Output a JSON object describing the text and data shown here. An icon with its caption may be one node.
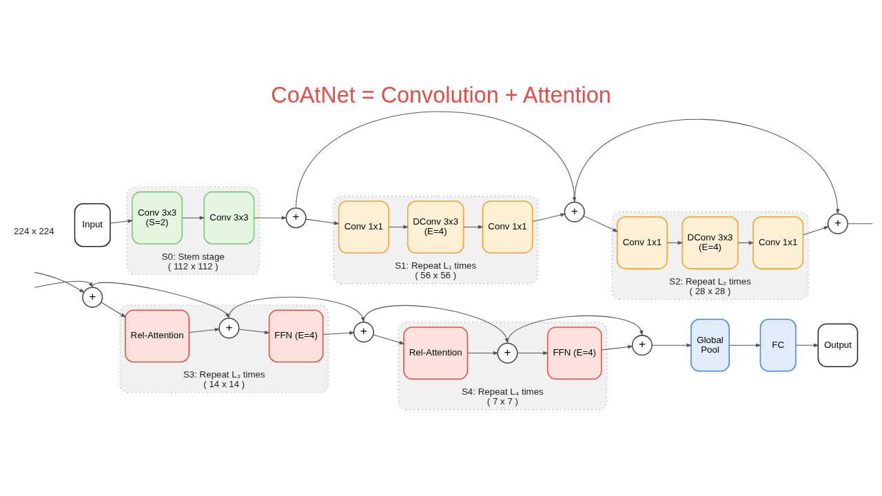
{
  "diagram": {
    "title": "CoAtNet = Convolution + Attention",
    "nodes": [
      {
        "text": [
          "Input"
        ],
        "beside": [
          "224 x 224"
        ]
      },
      {
        "text": [
          "S0: Stem stage",
          "( 112 x 112 )"
        ]
      },
      {
        "text": [
          "Conv 3x3 (S=2)"
        ],
        "in": 1
      },
      {
        "text": [
          "Conv 3x3"
        ],
        "in": 1
      },
      {
        "text": [
          "+"
        ]
      },
      {
        "text": [
          "S1: Repeat L₁ times",
          "( 56 x 56 )"
        ]
      },
      {
        "text": [
          "Conv 1x1"
        ],
        "in": 5
      },
      {
        "text": [
          "DConv 3x3 (E=4)"
        ],
        "in": 5
      },
      {
        "text": [
          "Conv 1x1"
        ],
        "in": 5
      },
      {
        "text": [
          "+"
        ]
      },
      {
        "text": [
          "S2: Repeat L₂ times",
          "( 28 x 28 )"
        ]
      },
      {
        "text": [
          "Conv 1x1"
        ],
        "in": 10
      },
      {
        "text": [
          "DConv 3x3 (E=4)"
        ],
        "in": 10
      },
      {
        "text": [
          "Conv 1x1"
        ],
        "in": 10
      },
      {
        "text": [
          "+"
        ]
      },
      {
        "text": [
          "+"
        ]
      },
      {
        "text": [
          "S3: Repeat L₃ times",
          "( 14 x 14 )"
        ]
      },
      {
        "text": [
          "Rel-Attention"
        ],
        "in": 16
      },
      {
        "text": [
          "+"
        ],
        "in": 16
      },
      {
        "text": [
          "FFN (E=4)"
        ],
        "in": 16
      },
      {
        "text": [
          "+"
        ]
      },
      {
        "text": [
          "S4: Repeat L₄ times",
          "( 7 x 7 )"
        ]
      },
      {
        "text": [
          "Rel-Attention"
        ],
        "in": 21
      },
      {
        "text": [
          "+"
        ],
        "in": 21
      },
      {
        "text": [
          "FFN (E=4)"
        ],
        "in": 21
      },
      {
        "text": [
          "+"
        ]
      },
      {
        "text": [
          "Global Pool"
        ]
      },
      {
        "text": [
          "FC"
        ]
      },
      {
        "text": [
          "Output"
        ]
      }
    ],
    "edges": [
      {
        "from": 0,
        "to": 2,
        "arrow": "to"
      },
      {
        "from": 2,
        "to": 3,
        "arrow": "to"
      },
      {
        "from": 3,
        "to": 4,
        "arrow": "to"
      },
      {
        "from": 4,
        "to": 6,
        "arrow": "to"
      },
      {
        "from": 6,
        "to": 7,
        "arrow": "to"
      },
      {
        "from": 7,
        "to": 8,
        "arrow": "to"
      },
      {
        "from": 8,
        "to": 9,
        "arrow": "to"
      },
      {
        "from": 4,
        "to": 9,
        "arrow": "to"
      },
      {
        "from": 9,
        "to": 11,
        "arrow": "to"
      },
      {
        "from": 11,
        "to": 12,
        "arrow": "to"
      },
      {
        "from": 12,
        "to": 13,
        "arrow": "to"
      },
      {
        "from": 13,
        "to": 14,
        "arrow": "to"
      },
      {
        "from": 9,
        "to": 14,
        "arrow": "to"
      },
      {
        "from": 14,
        "to": null,
        "arrow": "none"
      },
      {
        "from": null,
        "to": 15,
        "arrow": "to"
      },
      {
        "from": null,
        "to": 15,
        "arrow": "to"
      },
      {
        "from": 15,
        "to": 17,
        "arrow": "to"
      },
      {
        "from": 17,
        "to": 18,
        "arrow": "to"
      },
      {
        "from": 15,
        "to": 18,
        "arrow": "to"
      },
      {
        "from": 18,
        "to": 19,
        "arrow": "to"
      },
      {
        "from": 19,
        "to": 20,
        "arrow": "to"
      },
      {
        "from": 18,
        "to": 20,
        "arrow": "to"
      },
      {
        "from": 20,
        "to": 22,
        "arrow": "to"
      },
      {
        "from": 22,
        "to": 23,
        "arrow": "to"
      },
      {
        "from": 20,
        "to": 23,
        "arrow": "to"
      },
      {
        "from": 23,
        "to": 24,
        "arrow": "to"
      },
      {
        "from": 24,
        "to": 25,
        "arrow": "to"
      },
      {
        "from": 23,
        "to": 25,
        "arrow": "to"
      },
      {
        "from": 25,
        "to": 26,
        "arrow": "to"
      },
      {
        "from": 26,
        "to": 27,
        "arrow": "to"
      },
      {
        "from": 27,
        "to": 28,
        "arrow": "to"
      }
    ]
  }
}
